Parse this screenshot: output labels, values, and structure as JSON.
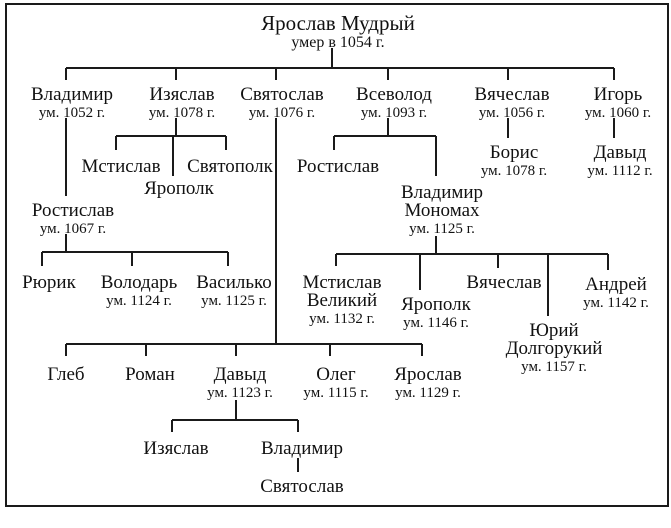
{
  "nodes": {
    "yaroslav_mudry": {
      "name": "Ярослав Мудрый",
      "date": "умер в 1054 г."
    },
    "vladimir_1052": {
      "name": "Владимир",
      "date": "ум. 1052 г."
    },
    "izyaslav_1078": {
      "name": "Изяслав",
      "date": "ум. 1078 г."
    },
    "svyatoslav_1076": {
      "name": "Святослав",
      "date": "ум. 1076 г."
    },
    "vsevolod_1093": {
      "name": "Всеволод",
      "date": "ум. 1093 г."
    },
    "vyacheslav_1056": {
      "name": "Вячеслав",
      "date": "ум. 1056 г."
    },
    "igor_1060": {
      "name": "Игорь",
      "date": "ум. 1060 г."
    },
    "mstislav_iz": {
      "name": "Мстислав"
    },
    "svyatopolk": {
      "name": "Святополк"
    },
    "yaropolk_iz": {
      "name": "Ярополк"
    },
    "rostislav_1067": {
      "name": "Ростислав",
      "date": "ум. 1067 г."
    },
    "ryurik": {
      "name": "Рюрик"
    },
    "volodar": {
      "name": "Володарь",
      "date": "ум. 1124 г."
    },
    "vasilko": {
      "name": "Василько",
      "date": "ум. 1125 г."
    },
    "rostislav_vs": {
      "name": "Ростислав"
    },
    "vladimir_monomakh": {
      "name1": "Владимир",
      "name2": "Мономах",
      "date": "ум. 1125 г."
    },
    "boris": {
      "name": "Борис",
      "date": "ум. 1078 г."
    },
    "david_igor": {
      "name": "Давыд",
      "date": "ум. 1112 г."
    },
    "mstislav_great": {
      "name1": "Мстислав",
      "name2": "Великий",
      "date": "ум. 1132 г."
    },
    "yaropolk_1146": {
      "name": "Ярополк",
      "date": "ум. 1146 г."
    },
    "vyacheslav_mon": {
      "name": "Вячеслав"
    },
    "yuri_dolgoruky": {
      "name1": "Юрий",
      "name2": "Долгорукий",
      "date": "ум. 1157 г."
    },
    "andrei": {
      "name": "Андрей",
      "date": "ум. 1142 г."
    },
    "gleb": {
      "name": "Глеб"
    },
    "roman": {
      "name": "Роман"
    },
    "david_1123": {
      "name": "Давыд",
      "date": "ум. 1123 г."
    },
    "oleg": {
      "name": "Олег",
      "date": "ум. 1115 г."
    },
    "yaroslav_1129": {
      "name": "Ярослав",
      "date": "ум. 1129 г."
    },
    "izyaslav_oleg": {
      "name": "Изяслав"
    },
    "vladimir_oleg": {
      "name": "Владимир"
    },
    "svyatoslav_oleg": {
      "name": "Святослав"
    }
  }
}
